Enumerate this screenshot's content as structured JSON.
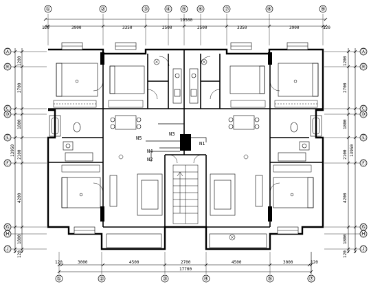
{
  "top_axes": [
    "①",
    "②",
    "③",
    "④",
    "⑤",
    "⑥",
    "⑦",
    "⑧",
    "⑨"
  ],
  "bottom_axes": [
    "①",
    "②",
    "③",
    "④",
    "⑤",
    "⑥",
    "⑦"
  ],
  "left_axes": [
    "Ⓐ",
    "Ⓑ",
    "Ⓒ",
    "Ⓓ",
    "Ⓔ",
    "Ⓕ",
    "Ⓖ",
    "Ⓗ",
    "Ⓙ"
  ],
  "right_axes": [
    "Ⓐ",
    "Ⓑ",
    "Ⓒ",
    "Ⓓ",
    "Ⓔ",
    "Ⓕ",
    "Ⓖ",
    "Ⓗ",
    "Ⓙ"
  ],
  "top_dims": {
    "edge_left": "120",
    "d1": "3900",
    "d2": "3350",
    "d3": "2500",
    "d4": "2500",
    "d5": "3350",
    "d6": "3900",
    "edge_right": "120",
    "total": "19500"
  },
  "bottom_dims": {
    "edge_left": "120",
    "d1": "3000",
    "d2": "4500",
    "d3": "2700",
    "d4": "4500",
    "d5": "3000",
    "edge_right": "120",
    "total": "17700"
  },
  "left_dims": {
    "d1": "1200",
    "d2": "2700",
    "d3": "1800",
    "d4": "2100",
    "d5": "4200",
    "d6": "1800",
    "edge_bottom": "120",
    "total": "13950"
  },
  "right_dims": {
    "d1": "1200",
    "d2": "2700",
    "d3": "1800",
    "d4": "2100",
    "d5": "4200",
    "d6": "1800",
    "edge_bottom": "120",
    "total": "13950"
  },
  "circuit_labels": {
    "n1": "N1",
    "n2": "N2",
    "n3": "N3",
    "n4": "N4",
    "n5": "N5"
  }
}
